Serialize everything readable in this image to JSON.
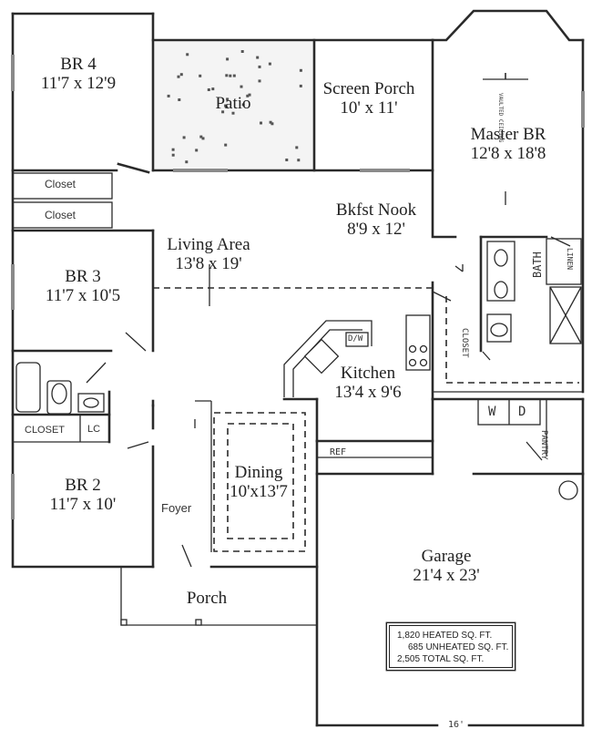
{
  "rooms": {
    "br4": {
      "name": "BR 4",
      "dims": "11'7 x 12'9"
    },
    "patio": {
      "name": "Patio"
    },
    "screen_porch": {
      "name": "Screen Porch",
      "dims": "10' x 11'"
    },
    "master_br": {
      "name": "Master BR",
      "dims": "12'8 x 18'8"
    },
    "bkfst_nook": {
      "name": "Bkfst Nook",
      "dims": "8'9 x 12'"
    },
    "living_area": {
      "name": "Living Area",
      "dims": "13'8 x 19'"
    },
    "br3": {
      "name": "BR 3",
      "dims": "11'7 x 10'5"
    },
    "kitchen": {
      "name": "Kitchen",
      "dims": "13'4 x 9'6"
    },
    "br2": {
      "name": "BR 2",
      "dims": "11'7 x 10'"
    },
    "dining": {
      "name": "Dining",
      "dims": "10'x13'7"
    },
    "foyer": {
      "name": "Foyer"
    },
    "garage": {
      "name": "Garage",
      "dims": "21'4 x 23'"
    },
    "porch": {
      "name": "Porch"
    }
  },
  "small_labels": {
    "closet_upper": "Closet",
    "closet_lower": "Closet",
    "closet_br2": "CLOSET",
    "lc": "LC",
    "dw": "D/W",
    "ref": "REF",
    "washer": "W",
    "dryer": "D",
    "pantry": "PANTRY",
    "linen": "LINEN",
    "bath": "BATH",
    "closet_master": "CLOSET",
    "vaulted": "VAULTED CEILING",
    "garage_width": "16'"
  },
  "sqft": {
    "heated": "1,820 HEATED SQ. FT.",
    "unheated": "685 UNHEATED SQ. FT.",
    "total": "2,505 TOTAL SQ. FT."
  }
}
